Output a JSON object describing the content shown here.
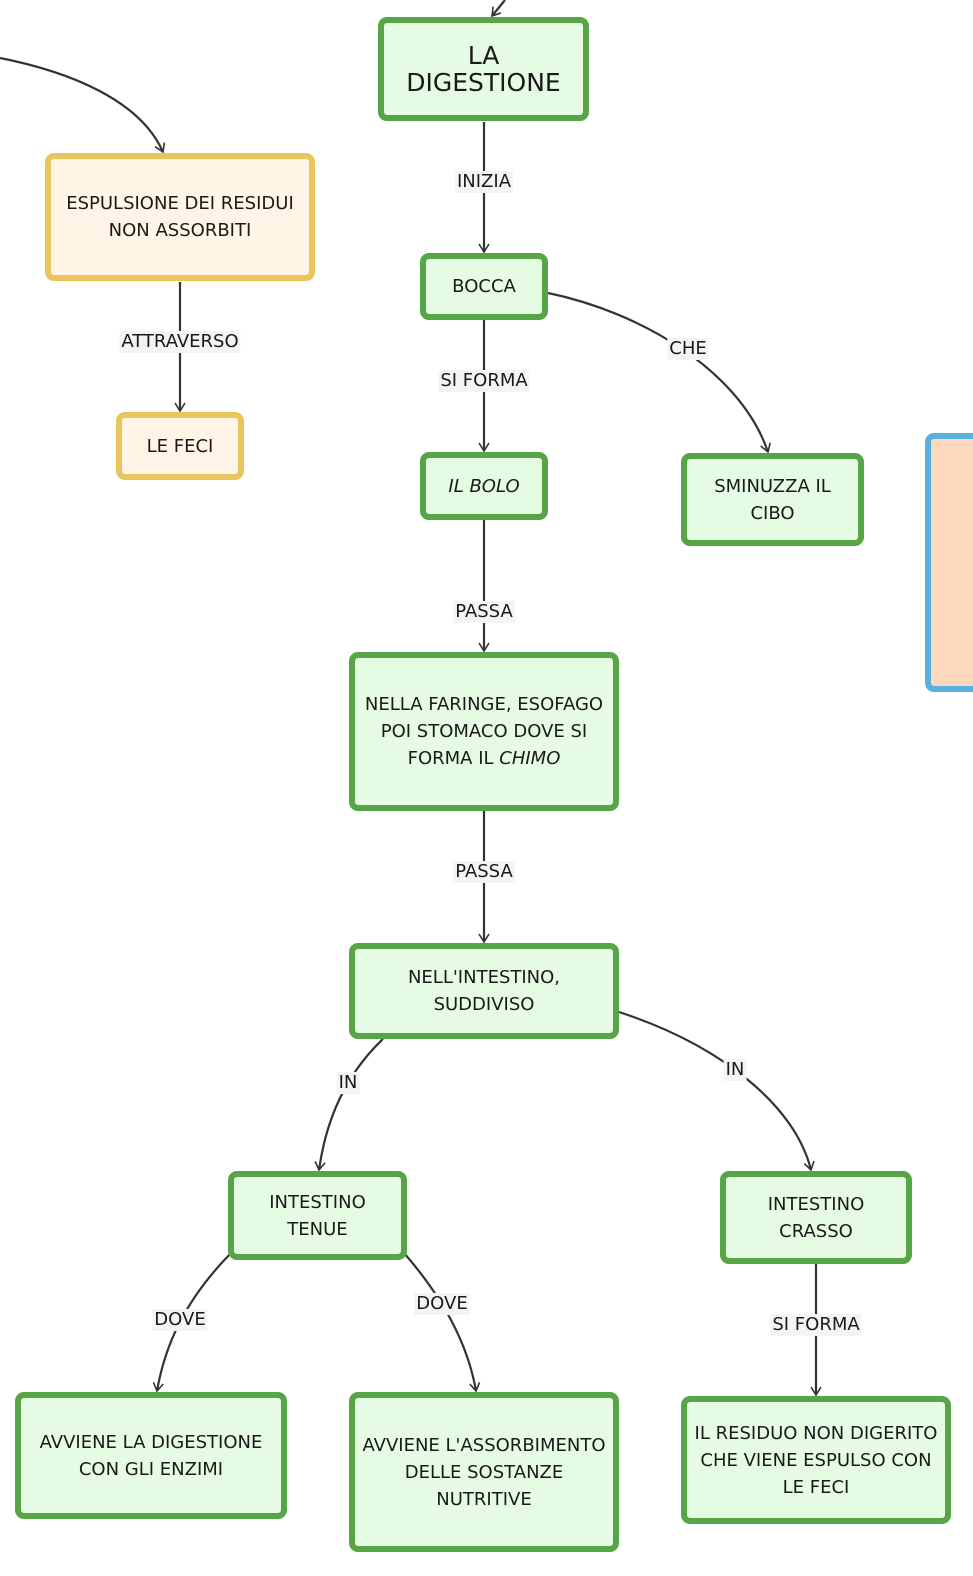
{
  "nodes": {
    "digestione": "LA DIGESTIONE",
    "espulsione": "ESPULSIONE DEI RESIDUI\nNON ASSORBITI",
    "le_feci": "LE FECI",
    "bocca": "BOCCA",
    "bolo": "IL BOLO",
    "sminuzza": "SMINUZZA IL\nCIBO",
    "faringe_prefix": "NELLA FARINGE, ESOFAGO\nPOI STOMACO DOVE SI\nFORMA IL ",
    "faringe_em": "CHIMO",
    "intestino": "NELL'INTESTINO,\nSUDDIVISO",
    "tenue": "INTESTINO\nTENUE",
    "crasso": "INTESTINO\nCRASSO",
    "enzimi": "AVVIENE LA DIGESTIONE\nCON GLI ENZIMI",
    "assorbimento": "AVVIENE L'ASSORBIMENTO\nDELLE SOSTANZE\nNUTRITIVE",
    "residuo": "IL RESIDUO NON DIGERITO\nCHE VIENE ESPULSO CON\nLE FECI"
  },
  "edges": {
    "inizia": "INIZIA",
    "attraverso": "ATTRAVERSO",
    "si_forma_1": "SI FORMA",
    "che": "CHE",
    "passa_1": "PASSA",
    "passa_2": "PASSA",
    "in_1": "IN",
    "in_2": "IN",
    "dove_1": "DOVE",
    "dove_2": "DOVE",
    "si_forma_2": "SI FORMA"
  },
  "colors": {
    "green_border": "#58a548",
    "green_fill": "#e6fbe3",
    "yellow_border": "#e9c55e",
    "yellow_fill": "#fff4e6",
    "blue_border": "#57b3de",
    "blue_fill": "#fdd8be",
    "line": "#333333"
  }
}
